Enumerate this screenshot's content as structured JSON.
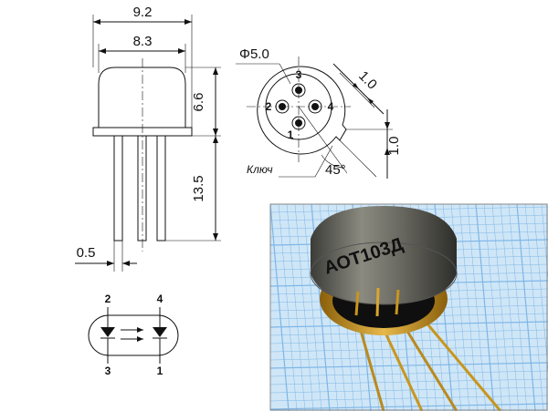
{
  "side_view": {
    "dim_total_width": "9.2",
    "dim_body_width": "8.3",
    "dim_body_height": "6.6",
    "dim_lead_length": "13.5",
    "dim_lead_diameter": "0.5"
  },
  "bottom_view": {
    "dim_diameter": "Φ5.0",
    "pin_top": "3",
    "pin_left": "2",
    "pin_right": "4",
    "pin_bottom": "1",
    "dim_key_1": "1.0",
    "dim_key_2": "1.0",
    "key_angle": "45°",
    "key_label": "Ключ"
  },
  "schematic": {
    "pin_top_left": "2",
    "pin_top_right": "4",
    "pin_bottom_left": "3",
    "pin_bottom_right": "1"
  },
  "photo": {
    "marking": "АОТ103Д",
    "colors": {
      "grid_bg": "#cfe6f7",
      "grid_line": "#7db6e6",
      "can": "#6b6b63",
      "gold": "#c8961e"
    }
  }
}
